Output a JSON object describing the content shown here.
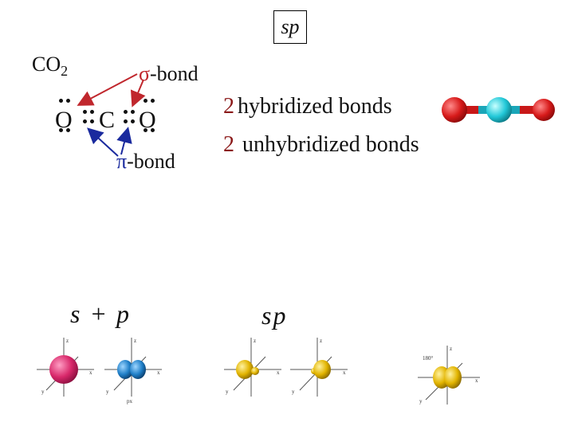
{
  "title": "sp",
  "molecule": {
    "formula_base": "CO",
    "formula_sub": "2"
  },
  "lewis": {
    "atom_left": "O",
    "atom_center": "C",
    "atom_right": "O"
  },
  "sigma_label": {
    "symbol": "σ",
    "text": "-bond"
  },
  "pi_label": {
    "symbol": "π",
    "text": "-bond"
  },
  "bond_counts": [
    {
      "count": "2",
      "text": "hybridized bonds"
    },
    {
      "count": "2",
      "text": "unhybridized bonds"
    }
  ],
  "orbital_headers": {
    "left": "s + p",
    "right": "sp"
  },
  "orbital_diagrams": {
    "p_label": "px",
    "angle_label": "180°",
    "axis_labels": {
      "x": "x",
      "y": "y",
      "z": "z"
    }
  },
  "colors": {
    "sigma": "#c0272d",
    "pi": "#1a2a9e",
    "count": "#8b1a1a",
    "s_orbital": "#d8286a",
    "p_orbital": "#1f7fc8",
    "sp_orbital": "#e2b400",
    "oxygen": "#d71a1a",
    "carbon": "#22c8d8"
  }
}
